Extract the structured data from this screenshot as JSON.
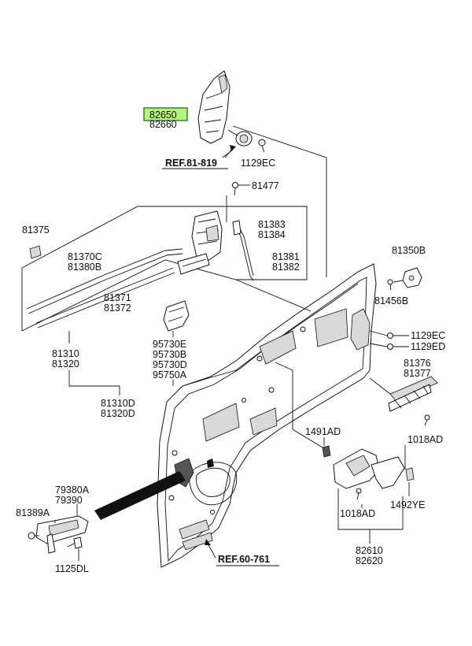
{
  "labels": {
    "p82650": "82650",
    "p82660": "82660",
    "ref81819": "REF.81-819",
    "p1129ec_top": "1129EC",
    "p81477": "81477",
    "p81375": "81375",
    "p81383": "81383",
    "p81384": "81384",
    "p81370c": "81370C",
    "p81380b": "81380B",
    "p81381": "81381",
    "p81382": "81382",
    "p81371": "81371",
    "p81372": "81372",
    "p81350b": "81350B",
    "p81456b": "81456B",
    "p81310": "81310",
    "p81320": "81320",
    "p95730e": "95730E",
    "p95730b": "95730B",
    "p95730d": "95730D",
    "p95750a": "95750A",
    "p1129ec_mid": "1129EC",
    "p1129ed": "1129ED",
    "p81376": "81376",
    "p81377": "81377",
    "p81310d": "81310D",
    "p81320d": "81320D",
    "p1491ad": "1491AD",
    "p1018ad_r": "1018AD",
    "p79380a": "79380A",
    "p79390": "79390",
    "p81389a": "81389A",
    "p1492ye": "1492YE",
    "p1018ad_b": "1018AD",
    "p82610": "82610",
    "p82620": "82620",
    "p1125dl": "1125DL",
    "ref60761": "REF.60-761"
  },
  "highlight_color": "#b6f27c"
}
